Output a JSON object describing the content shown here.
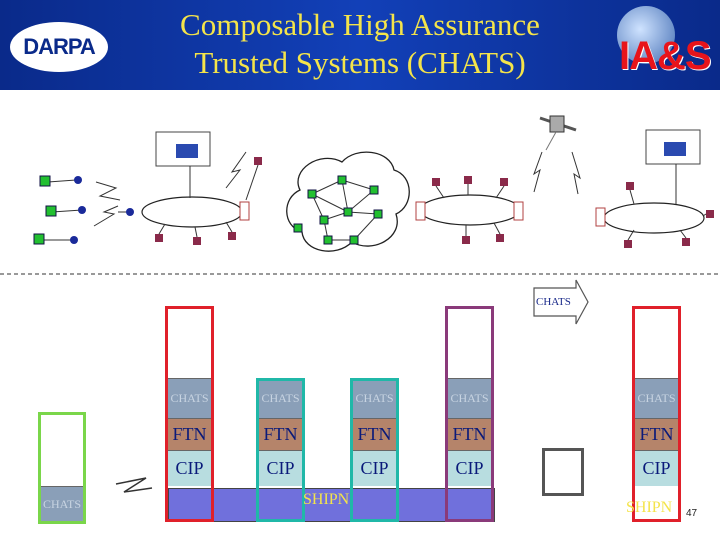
{
  "header": {
    "title_line1": "Composable High Assurance",
    "title_line2": "Trusted Systems (CHATS)",
    "left_logo_text": "DARPA",
    "right_logo_text": "IA&S"
  },
  "colors": {
    "header_bg": "#1240b8",
    "title_text": "#f4e44a",
    "outline_red": "#e0202a",
    "outline_teal": "#20b8a8",
    "outline_purple": "#8a3a7a",
    "outline_green": "#7ad64a",
    "chats_layer": "#8a9fb8",
    "ftn_layer": "#b5846a",
    "cip_layer": "#b8dde0",
    "shipn_band": "#7070dc"
  },
  "arrow_label": "CHATS",
  "stacks": [
    {
      "chats": "CHATS",
      "ftn": "FTN",
      "cip": "CIP"
    },
    {
      "chats": "CHATS",
      "ftn": "FTN",
      "cip": "CIP"
    },
    {
      "chats": "CHATS",
      "ftn": "FTN",
      "cip": "CIP"
    },
    {
      "chats": "CHATS",
      "ftn": "FTN",
      "cip": "CIP"
    },
    {
      "chats": "CHATS",
      "ftn": "FTN",
      "cip": "CIP"
    }
  ],
  "left_stack_chats": "CHATS",
  "shipn_label": "SHIPN",
  "shipn_label_right": "SHIPN",
  "page_number": "47"
}
